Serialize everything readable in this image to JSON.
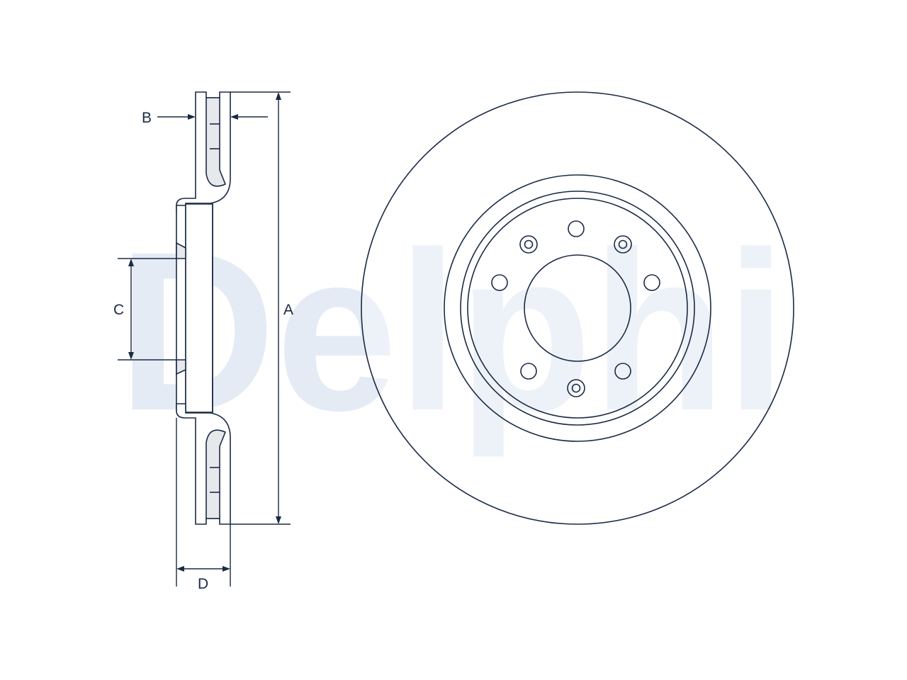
{
  "watermark": {
    "text": "Delphi",
    "color": "#e4ebf4"
  },
  "dimensions": {
    "a": "A",
    "b": "B",
    "c": "C",
    "d": "D"
  },
  "colors": {
    "line": "#1a2b44",
    "fill": "#ffffff",
    "shade": "#e6e8ec"
  }
}
